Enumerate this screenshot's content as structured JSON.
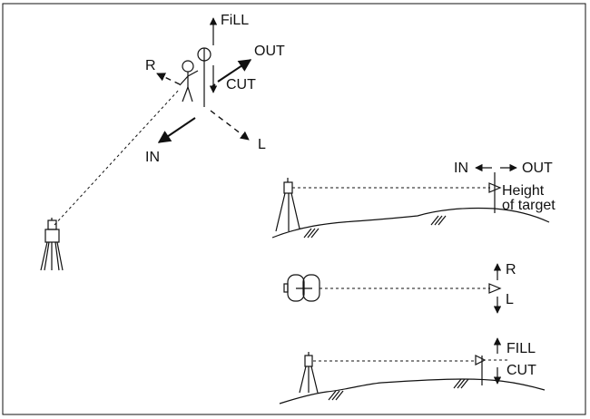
{
  "labels": {
    "main_fill": "FiLL",
    "main_out": "OUT",
    "main_cut": "CUT",
    "main_r": "R",
    "main_l": "L",
    "main_in": "IN",
    "side_in": "IN",
    "side_out": "OUT",
    "height_line1": "Height",
    "height_line2": "of target",
    "plan_r": "R",
    "plan_l": "L",
    "elev_fill": "FILL",
    "elev_cut": "CUT"
  }
}
